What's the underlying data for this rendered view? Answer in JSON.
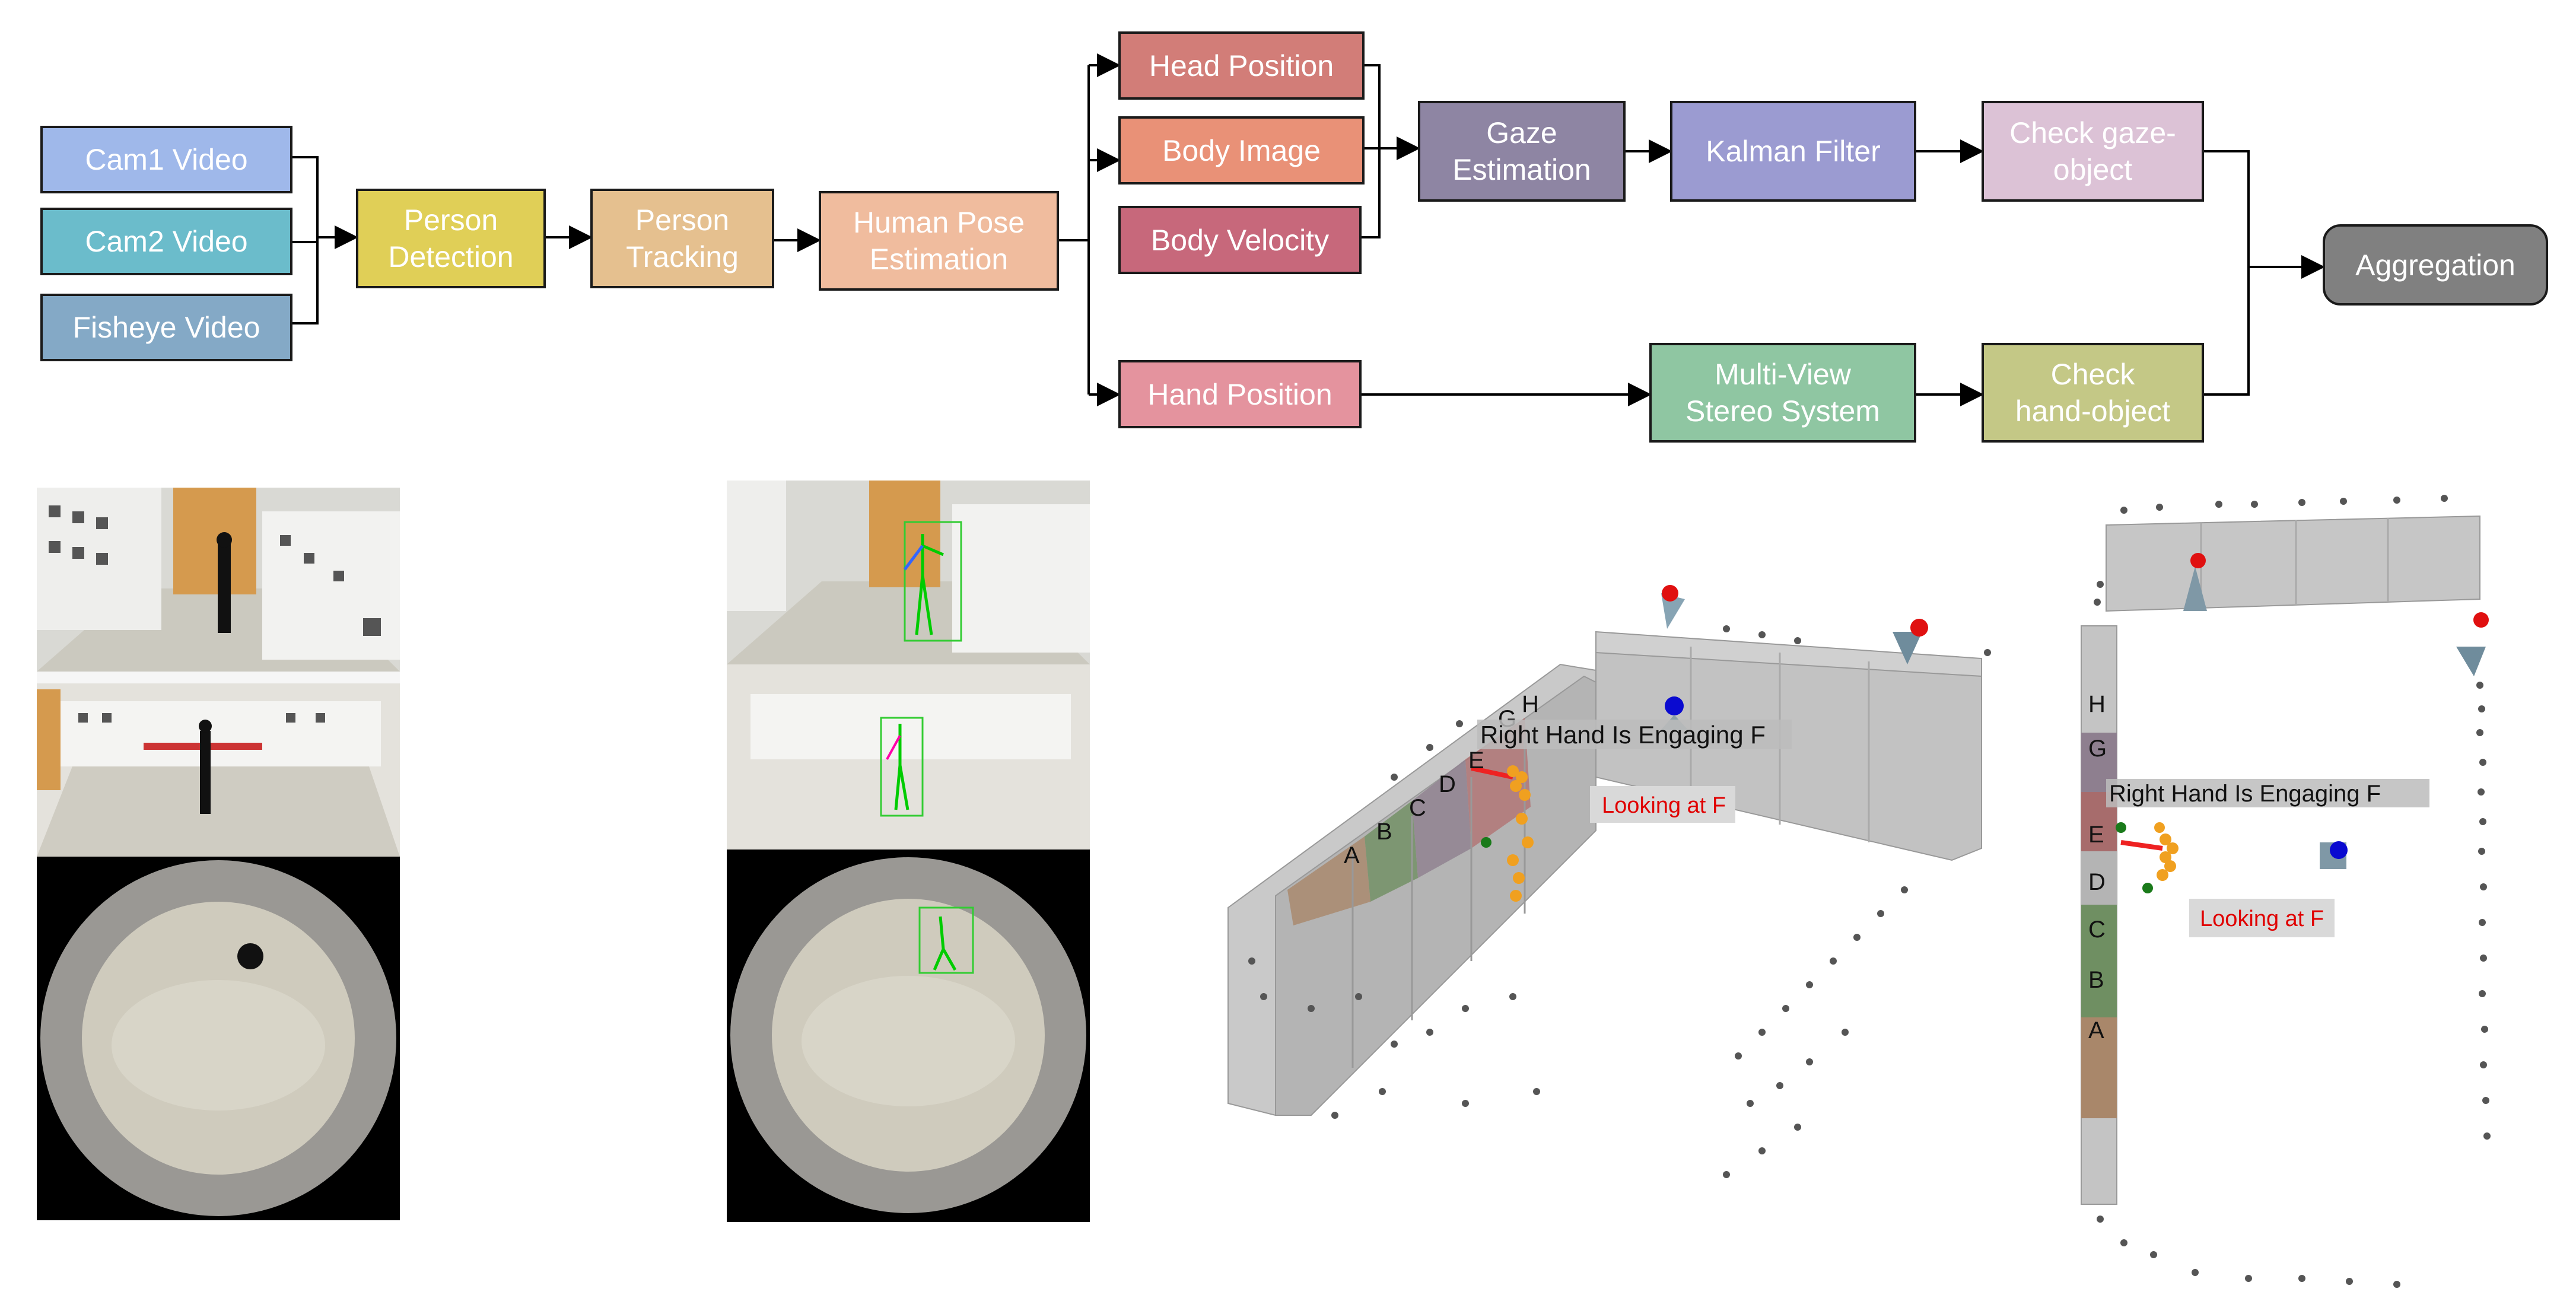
{
  "pipeline": {
    "inputs": [
      "Cam1 Video",
      "Cam2 Video",
      "Fisheye Video"
    ],
    "person_detection": "Person\nDetection",
    "person_tracking": "Person\nTracking",
    "human_pose_estimation": "Human Pose\nEstimation",
    "head_position": "Head Position",
    "body_image": "Body Image",
    "body_velocity": "Body Velocity",
    "hand_position": "Hand Position",
    "gaze_estimation": "Gaze\nEstimation",
    "kalman_filter": "Kalman Filter",
    "check_gaze_object": "Check gaze-\nobject",
    "multi_view_stereo": "Multi-View\nStereo System",
    "check_hand_object": "Check\nhand-object",
    "aggregation": "Aggregation"
  },
  "colors": {
    "cam1": "#9fb8ea",
    "cam2": "#6bbccb",
    "fisheye": "#84a9c6",
    "person_detection": "#e0cf57",
    "person_tracking": "#e5c08f",
    "pose": "#f0bc9e",
    "head": "#d27d78",
    "body_image": "#e99177",
    "body_velocity": "#c7687b",
    "hand": "#e4939e",
    "gaze": "#8e85a3",
    "kalman": "#9b9bd1",
    "check_gaze": "#dcc2d6",
    "stereo": "#8fc6a2",
    "check_hand": "#c4c886",
    "aggregation": "#808080"
  },
  "scene3d": {
    "shelf_labels": [
      "A",
      "B",
      "C",
      "D",
      "E",
      "G",
      "H"
    ],
    "hand_caption": "Right Hand Is Engaging F",
    "gaze_caption": "Looking at F"
  },
  "topview": {
    "shelf_labels": [
      "H",
      "G",
      "E",
      "D",
      "C",
      "B",
      "A"
    ],
    "hand_caption": "Right Hand Is Engaging F",
    "gaze_caption": "Looking at F"
  }
}
